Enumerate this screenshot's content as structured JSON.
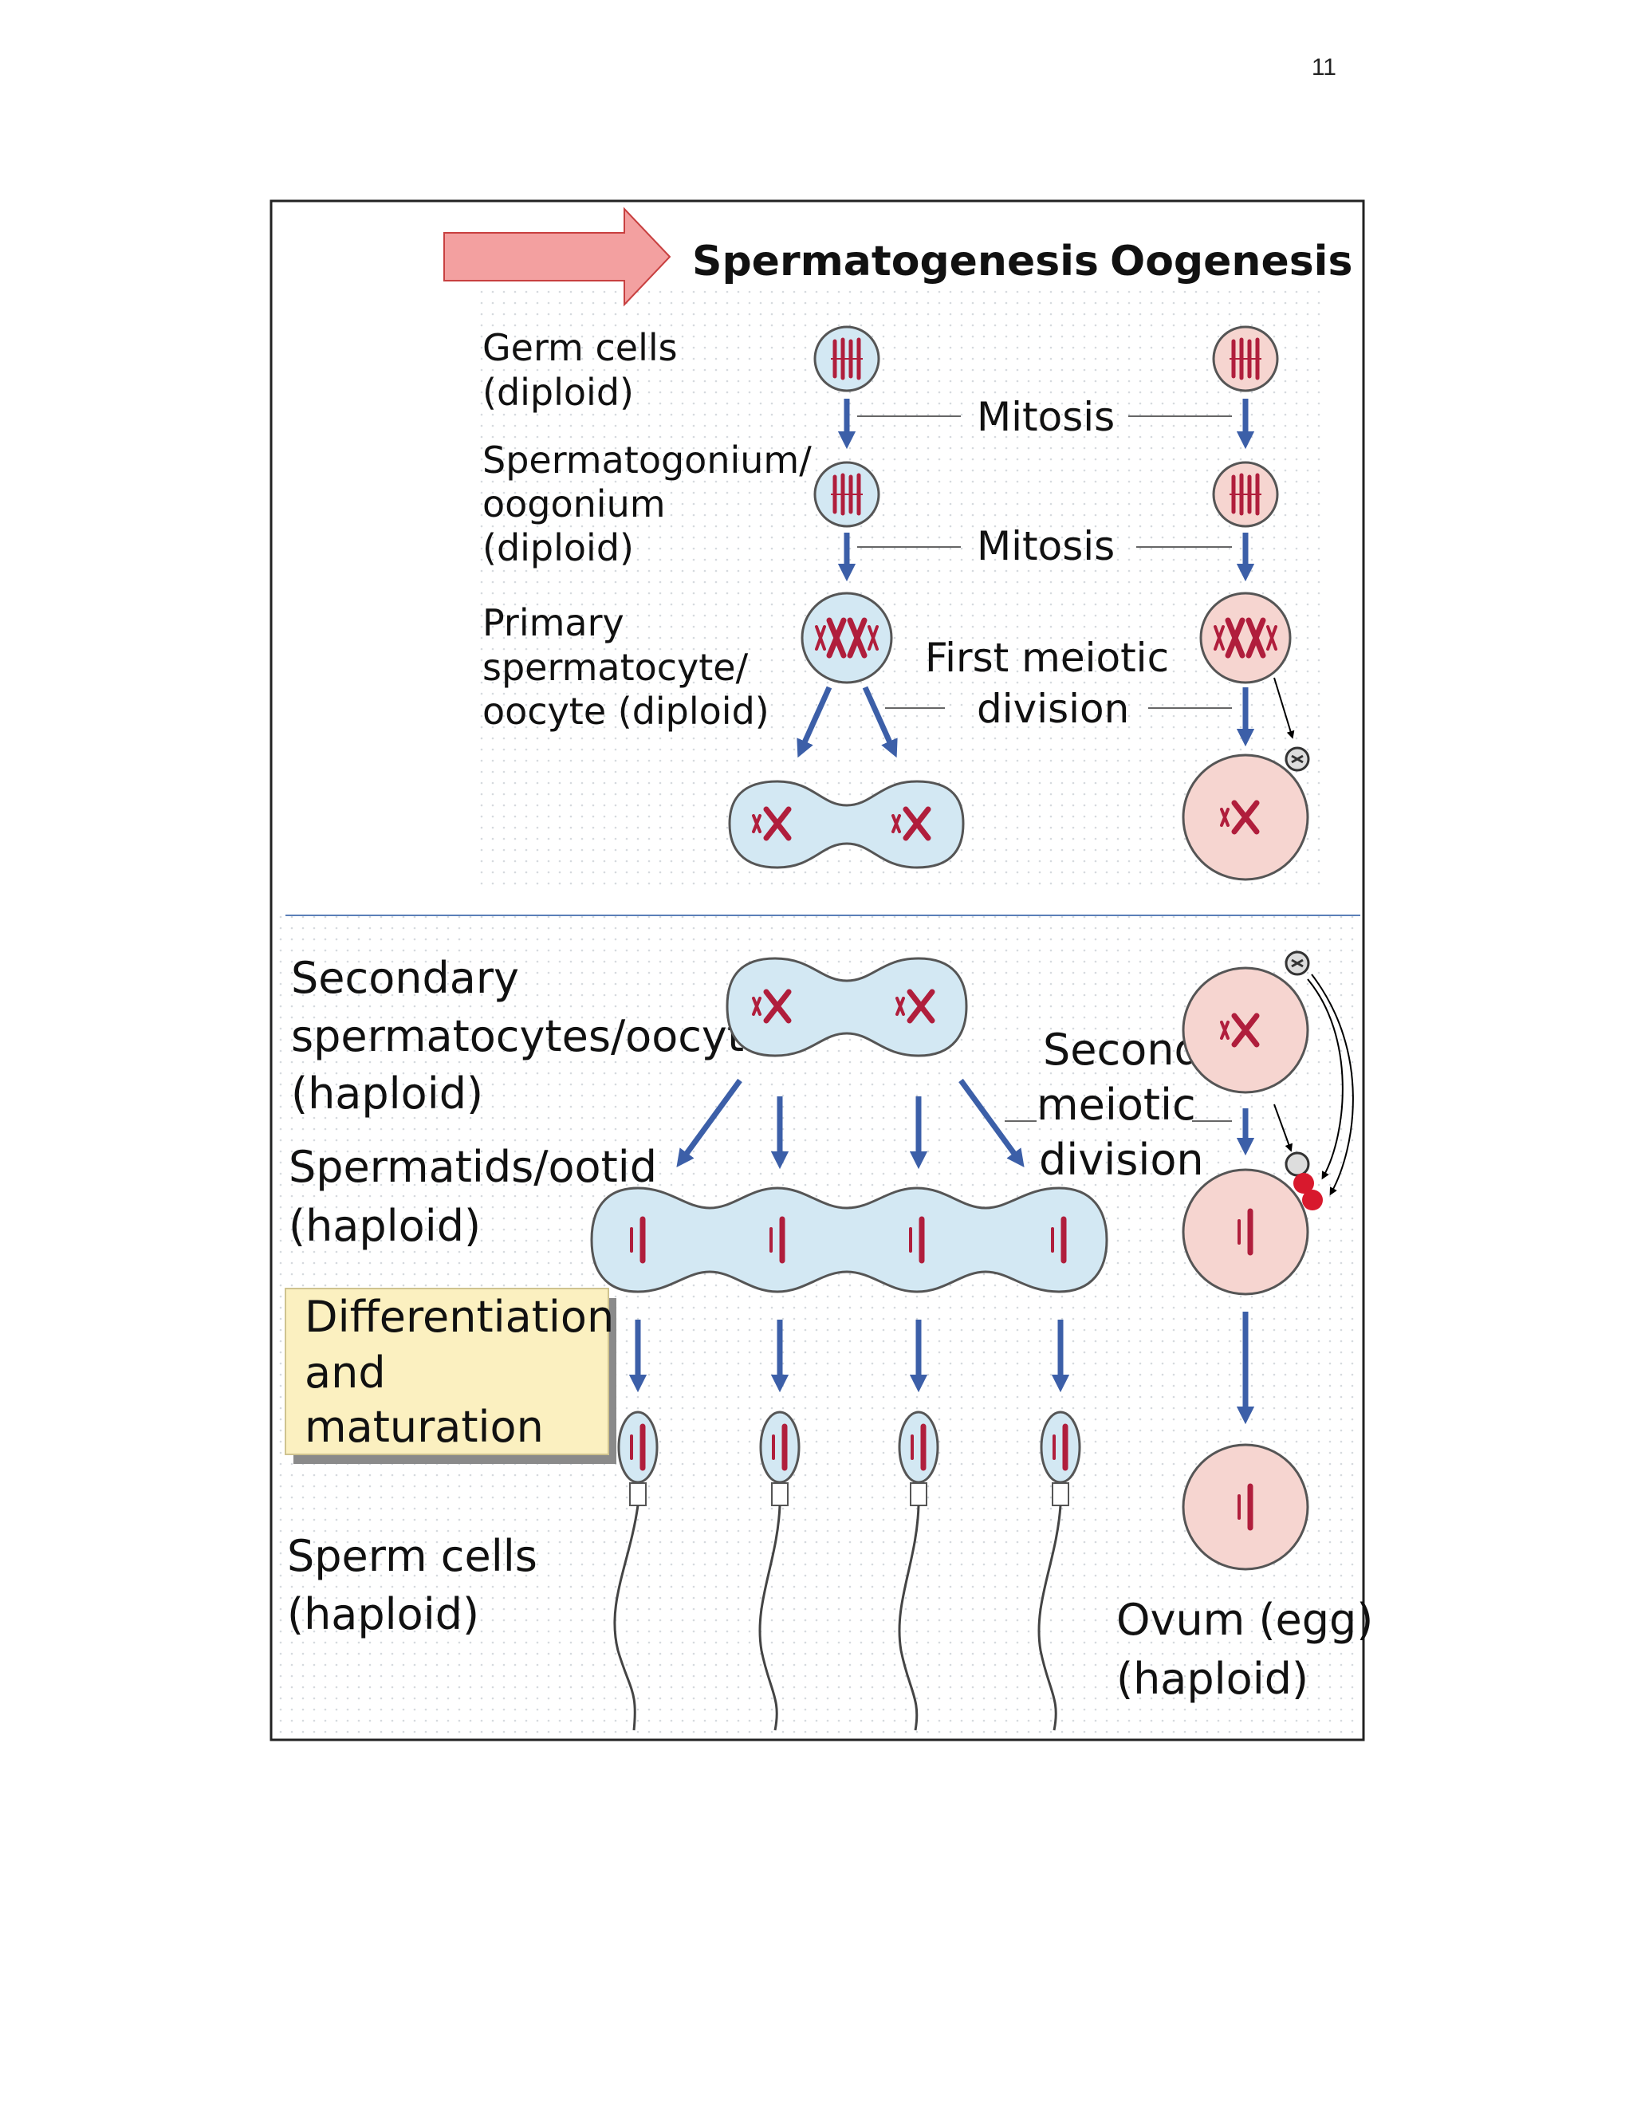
{
  "page_number": "11",
  "headers": {
    "spermatogenesis": "Spermatogenesis",
    "oogenesis": "Oogenesis"
  },
  "stages": {
    "germ_cells": [
      "Germ cells",
      "(diploid)"
    ],
    "spermatogonium": [
      "Spermatogonium/",
      "oogonium",
      "(diploid)"
    ],
    "primary": [
      "Primary",
      "spermatocyte/",
      "oocyte (diploid)"
    ],
    "secondary": [
      "Secondary",
      "spermatocytes/oocyte",
      "(haploid)"
    ],
    "spermatids": [
      "Spermatids/ootid",
      "(haploid)"
    ],
    "differentiation": [
      "Differentiation",
      "and",
      "maturation"
    ],
    "sperm": [
      "Sperm cells",
      "(haploid)"
    ],
    "ovum": [
      "Ovum (egg)",
      "(haploid)"
    ]
  },
  "processes": {
    "mitosis_1": "Mitosis",
    "mitosis_2": "Mitosis",
    "first_meiotic": [
      "First meiotic",
      "division"
    ],
    "second_meiotic": [
      "Second",
      "meiotic",
      "division"
    ]
  },
  "colors": {
    "sperm_cell_fill": "#d3e8f3",
    "oocyte_fill": "#f6d5d0",
    "arrow_blue": "#3c5fa8",
    "chromosome": "#b01e3c",
    "highlight_box": "#fbf0c0",
    "pointer_arrow": "#f3a0a0"
  }
}
